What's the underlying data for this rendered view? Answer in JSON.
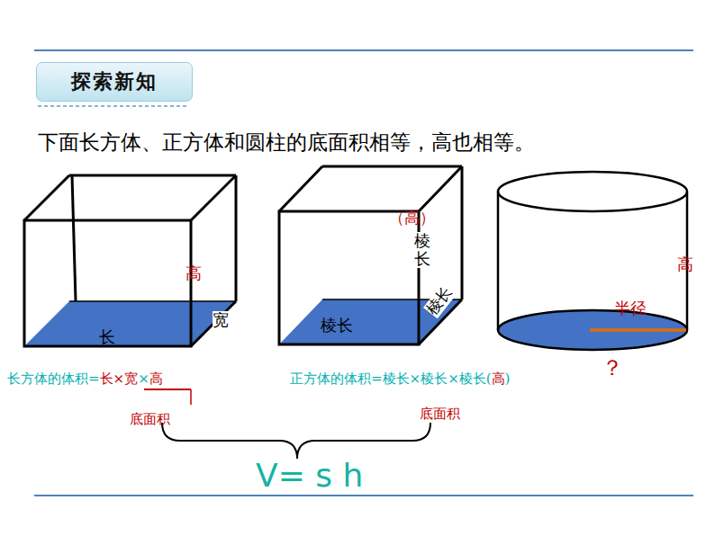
{
  "diagram": {
    "title": "探索新知",
    "labels": [
      "下面长方体、正方体和圆柱的底面积相等，高也相等。",
      "高",
      "宽",
      "长",
      "（高）",
      "棱长",
      "棱长",
      "棱长",
      "高",
      "半径",
      "？",
      "长方体的体积=",
      "长×宽",
      "×",
      "高",
      "正方体的体积=",
      "棱长×棱长",
      "×棱长(",
      "高",
      ")",
      "底面积",
      "底面积",
      "V= s h"
    ]
  }
}
